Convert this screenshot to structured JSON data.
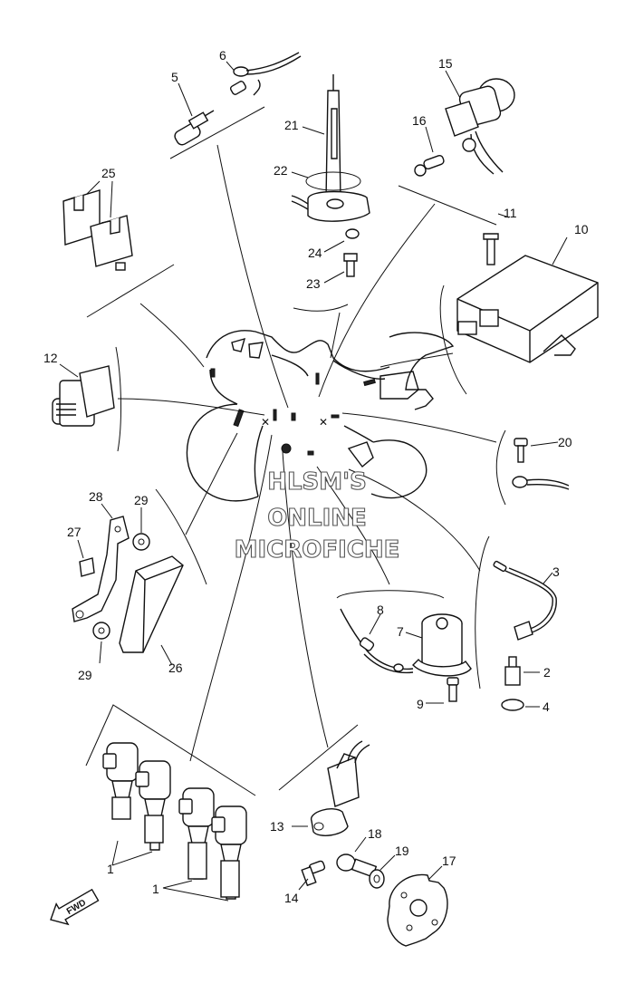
{
  "watermark": {
    "line1": "HLSM'S",
    "line2": "ONLINE",
    "line3": "MICROFICHE"
  },
  "fwd_label": "FWD",
  "callouts": [
    {
      "id": "c1a",
      "label": "1"
    },
    {
      "id": "c1b",
      "label": "1"
    },
    {
      "id": "c2",
      "label": "2"
    },
    {
      "id": "c3",
      "label": "3"
    },
    {
      "id": "c4",
      "label": "4"
    },
    {
      "id": "c5",
      "label": "5"
    },
    {
      "id": "c6",
      "label": "6"
    },
    {
      "id": "c7",
      "label": "7"
    },
    {
      "id": "c8",
      "label": "8"
    },
    {
      "id": "c9",
      "label": "9"
    },
    {
      "id": "c10",
      "label": "10"
    },
    {
      "id": "c11",
      "label": "11"
    },
    {
      "id": "c12",
      "label": "12"
    },
    {
      "id": "c13",
      "label": "13"
    },
    {
      "id": "c14",
      "label": "14"
    },
    {
      "id": "c15",
      "label": "15"
    },
    {
      "id": "c16",
      "label": "16"
    },
    {
      "id": "c17",
      "label": "17"
    },
    {
      "id": "c18",
      "label": "18"
    },
    {
      "id": "c19",
      "label": "19"
    },
    {
      "id": "c20",
      "label": "20"
    },
    {
      "id": "c21",
      "label": "21"
    },
    {
      "id": "c22",
      "label": "22"
    },
    {
      "id": "c23",
      "label": "23"
    },
    {
      "id": "c24",
      "label": "24"
    },
    {
      "id": "c25",
      "label": "25"
    },
    {
      "id": "c26",
      "label": "26"
    },
    {
      "id": "c27",
      "label": "27"
    },
    {
      "id": "c28",
      "label": "28"
    },
    {
      "id": "c29a",
      "label": "29"
    },
    {
      "id": "c29b",
      "label": "29"
    }
  ]
}
